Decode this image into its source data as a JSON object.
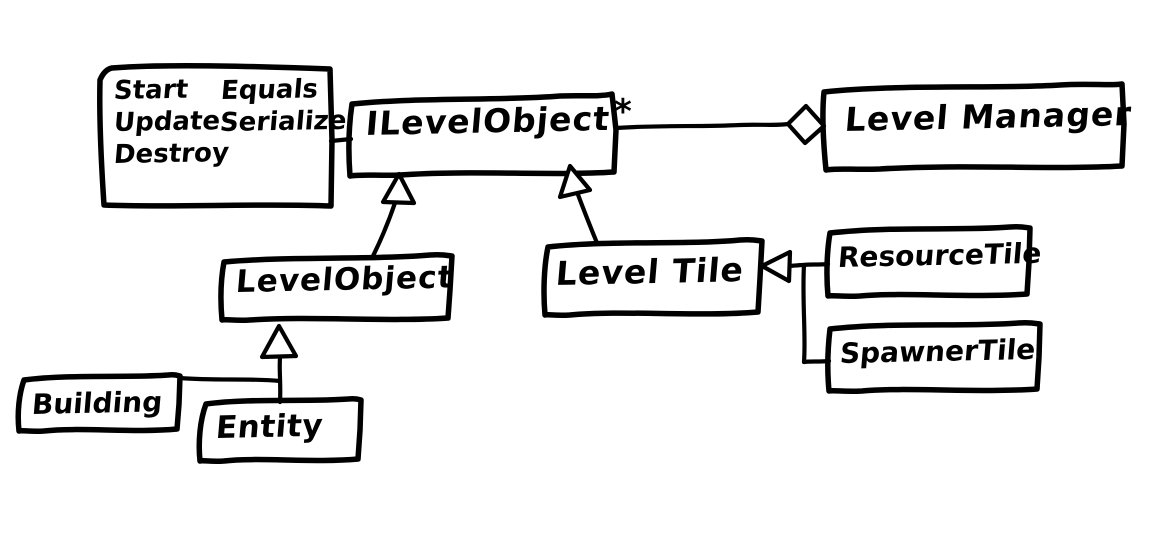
{
  "diagram": {
    "title": "Level system UML class diagram (hand-drawn)",
    "style": "hand-drawn-sketch",
    "stroke_color": "#000000",
    "background_color": "#ffffff",
    "nodes": {
      "methods_box": {
        "label": "",
        "methods": [
          [
            "Start",
            "Equals"
          ],
          [
            "Update",
            "Serialize"
          ],
          [
            "Destroy",
            ""
          ]
        ]
      },
      "ilevelobject": {
        "label": "ILevelObject"
      },
      "levelmanager": {
        "label": "Level Manager"
      },
      "levelobject": {
        "label": "LevelObject"
      },
      "leveltile": {
        "label": "Level Tile"
      },
      "resourcetile": {
        "label": "ResourceTile"
      },
      "spawnertile": {
        "label": "SpawnerTile"
      },
      "building": {
        "label": "Building"
      },
      "entity": {
        "label": "Entity"
      }
    },
    "annotations": {
      "multiplicity": "*"
    },
    "relationships": [
      {
        "from": "methods_box",
        "to": "ilevelobject",
        "type": "note-link"
      },
      {
        "from": "levelmanager",
        "to": "ilevelobject",
        "type": "aggregation",
        "multiplicity": "*"
      },
      {
        "from": "levelobject",
        "to": "ilevelobject",
        "type": "generalization"
      },
      {
        "from": "leveltile",
        "to": "ilevelobject",
        "type": "generalization"
      },
      {
        "from": "resourcetile",
        "to": "leveltile",
        "type": "generalization"
      },
      {
        "from": "spawnertile",
        "to": "leveltile",
        "type": "generalization"
      },
      {
        "from": "entity",
        "to": "levelobject",
        "type": "generalization"
      },
      {
        "from": "building",
        "to": "levelobject",
        "type": "generalization"
      }
    ]
  }
}
